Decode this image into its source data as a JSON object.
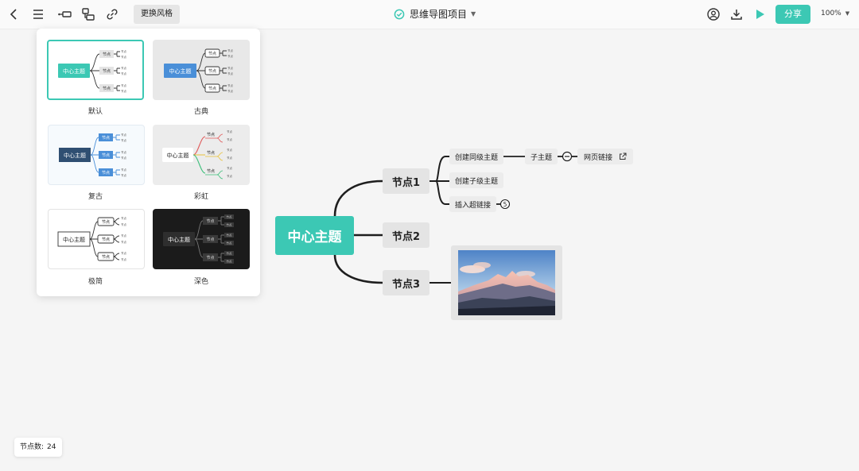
{
  "toolbar": {
    "change_style_label": "更换风格",
    "title": "思维导图项目",
    "share_label": "分享",
    "zoom": "100%"
  },
  "style_panel": {
    "styles": [
      {
        "label": "默认",
        "preview_center": "中心主题",
        "preview_node": "节点",
        "preview_leaf": "节点"
      },
      {
        "label": "古典",
        "preview_center": "中心主题",
        "preview_node": "节点",
        "preview_leaf": "节点"
      },
      {
        "label": "复古",
        "preview_center": "中心主题",
        "preview_node": "节点",
        "preview_leaf": "节点"
      },
      {
        "label": "彩虹",
        "preview_center": "中心主题",
        "preview_node": "节点",
        "preview_leaf": "节点"
      },
      {
        "label": "极简",
        "preview_center": "中心主题",
        "preview_node": "节点",
        "preview_leaf": "节点"
      },
      {
        "label": "深色",
        "preview_center": "中心主题",
        "preview_node": "节点",
        "preview_leaf": "节点"
      }
    ]
  },
  "mindmap": {
    "root": "中心主题",
    "node1": "节点1",
    "node2": "节点2",
    "node3": "节点3",
    "child_same_level": "创建同级主题",
    "child_sub_level": "创建子级主题",
    "child_hyperlink": "插入超链接",
    "subtopic": "子主题",
    "web_link": "网页链接",
    "collapsed_count": "5"
  },
  "footer": {
    "node_count_label": "节点数:",
    "node_count": "24"
  },
  "colors": {
    "accent": "#3cc8b4",
    "classic_blue": "#4a8fd8",
    "retro_navy": "#2f4f72",
    "dark_bg": "#1b1b1b"
  }
}
